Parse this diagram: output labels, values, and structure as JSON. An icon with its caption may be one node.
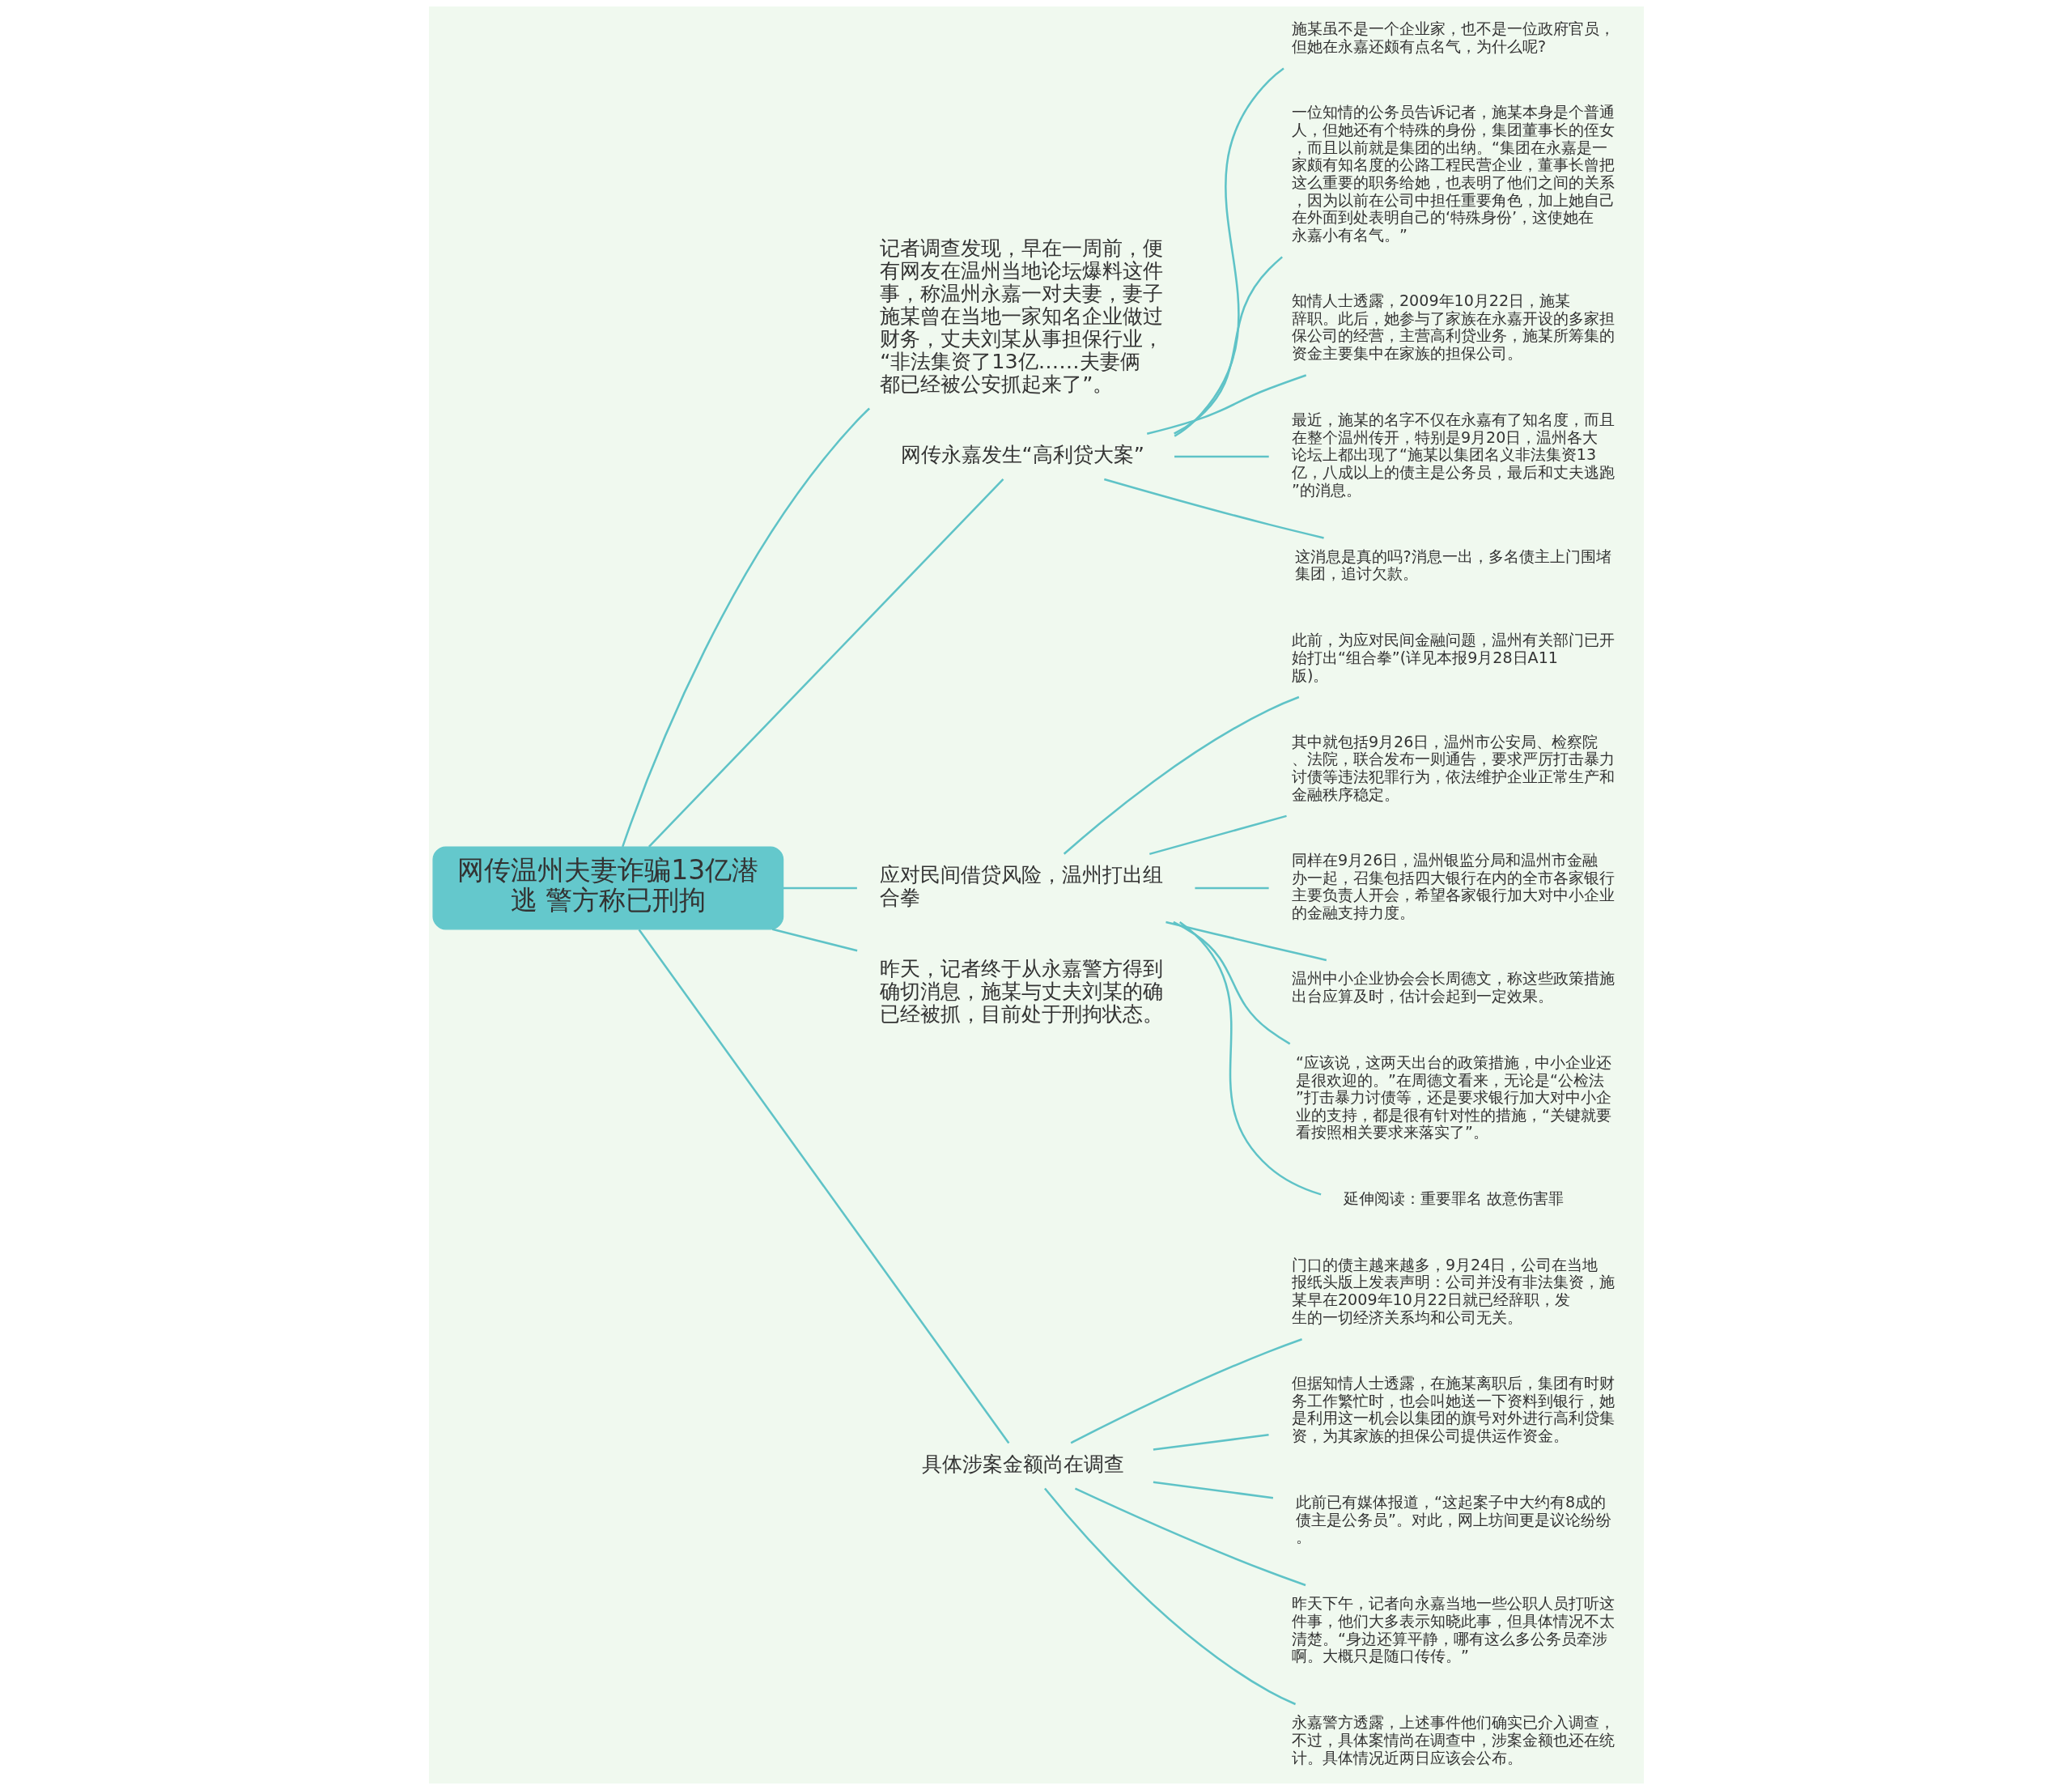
{
  "diagram": {
    "nodes": [
      {
        "text": [
          "网传温州夫妻诈骗13亿潜逃 警方称已刑拘"
        ]
      },
      {
        "text": [
          "记者调查发现，早在一周前，便有网友在温州当地论坛爆料这件事，称温州永嘉一对夫妻，妻子施某曾在当地一家知名企业做过财务，丈夫刘某从事担保行业，“非法集资了13亿……夫妻俩都已经被公安抓起来了”。"
        ]
      },
      {
        "text": [
          "网传永嘉发生“高利贷大案”"
        ]
      },
      {
        "text": [
          "施某虽不是一个企业家，也不是一位政府官员，但她在永嘉还颇有点名气，为什么呢?"
        ]
      },
      {
        "text": [
          "一位知情的公务员告诉记者，施某本身是个普通人，但她还有个特殊的身份，集团董事长的侄女，而且以前就是集团的出纳。“集团在永嘉是一家颇有知名度的公路工程民营企业，董事长曾把这么重要的职务给她，也表明了他们之间的关系，因为以前在公司中担任重要角色，加上她自己在外面到处表明自己的‘特殊身份’，这使她在永嘉小有名气。”"
        ]
      },
      {
        "text": [
          "知情人士透露，2009年10月22日，施某辞职。此后，她参与了家族在永嘉开设的多家担保公司的经营，主营高利贷业务，施某所筹集的资金主要集中在家族的担保公司。"
        ]
      },
      {
        "text": [
          "最近，施某的名字不仅在永嘉有了知名度，而且在整个温州传开，特别是9月20日，温州各大论坛上都出现了“施某以集团名义非法集资13亿，八成以上的债主是公务员，最后和丈夫逃跑”的消息。"
        ]
      },
      {
        "text": [
          "这消息是真的吗?消息一出，多名债主上门围堵集团，追讨欠款。"
        ]
      },
      {
        "text": [
          "应对民间借贷风险，温州打出组合拳"
        ]
      },
      {
        "text": [
          "此前，为应对民间金融问题，温州有关部门已开始打出“组合拳”(详见本报9月28日A11版)。"
        ]
      },
      {
        "text": [
          "其中就包括9月26日，温州市公安局、检察院、法院，联合发布一则通告，要求严厉打击暴力讨债等违法犯罪行为，依法维护企业正常生产和金融秩序稳定。"
        ]
      },
      {
        "text": [
          "同样在9月26日，温州银监分局和温州市金融办一起，召集包括四大银行在内的全市各家银行主要负责人开会，希望各家银行加大对中小企业的金融支持力度。"
        ]
      },
      {
        "text": [
          "温州中小企业协会会长周德文，称这些政策措施出台应算及时，估计会起到一定效果。"
        ]
      },
      {
        "text": [
          "“应该说，这两天出台的政策措施，中小企业还是很欢迎的。”在周德文看来，无论是“公检法”打击暴力讨债等，还是要求银行加大对中小企业的支持，都是很有针对性的措施，“关键就要看按照相关要求来落实了”。"
        ]
      },
      {
        "text": [
          "延伸阅读：重要罪名 故意伤害罪"
        ]
      },
      {
        "text": [
          "昨天，记者终于从永嘉警方得到确切消息，施某与丈夫刘某的确已经被抓，目前处于刑拘状态。"
        ]
      },
      {
        "text": [
          "具体涉案金额尚在调查"
        ]
      },
      {
        "text": [
          "门口的债主越来越多，9月24日，公司在当地报纸头版上发表声明：公司并没有非法集资，施某早在2009年10月22日就已经辞职，发生的一切经济关系均和公司无关。"
        ]
      },
      {
        "text": [
          "但据知情人士透露，在施某离职后，集团有时财务工作繁忙时，也会叫她送一下资料到银行，她是利用这一机会以集团的旗号对外进行高利贷集资，为其家族的担保公司提供运作资金。"
        ]
      },
      {
        "text": [
          "此前已有媒体报道，“这起案子中大约有8成的债主是公务员”。对此，网上坊间更是议论纷纷。"
        ]
      },
      {
        "text": [
          "昨天下午，记者向永嘉当地一些公职人员打听这件事，他们大多表示知晓此事，但具体情况不太清楚。“身边还算平静，哪有这么多公务员牵涉啊。大概只是随口传传。”"
        ]
      },
      {
        "text": [
          "永嘉警方透露，上述事件他们确实已介入调查，不过，具体案情尚在调查中，涉案金额也还在统计。具体情况近两日应该会公布。"
        ]
      }
    ],
    "edges": [
      {
        "from": 0,
        "to": 1,
        "arrow": "none"
      },
      {
        "from": 0,
        "to": 2,
        "arrow": "none"
      },
      {
        "from": 2,
        "to": 3,
        "arrow": "none"
      },
      {
        "from": 2,
        "to": 4,
        "arrow": "none"
      },
      {
        "from": 2,
        "to": 5,
        "arrow": "none"
      },
      {
        "from": 2,
        "to": 6,
        "arrow": "none"
      },
      {
        "from": 2,
        "to": 7,
        "arrow": "none"
      },
      {
        "from": 0,
        "to": 8,
        "arrow": "none"
      },
      {
        "from": 8,
        "to": 9,
        "arrow": "none"
      },
      {
        "from": 8,
        "to": 10,
        "arrow": "none"
      },
      {
        "from": 8,
        "to": 11,
        "arrow": "none"
      },
      {
        "from": 8,
        "to": 12,
        "arrow": "none"
      },
      {
        "from": 8,
        "to": 13,
        "arrow": "none"
      },
      {
        "from": 8,
        "to": 14,
        "arrow": "none"
      },
      {
        "from": 0,
        "to": 15,
        "arrow": "none"
      },
      {
        "from": 0,
        "to": 16,
        "arrow": "none"
      },
      {
        "from": 16,
        "to": 17,
        "arrow": "none"
      },
      {
        "from": 16,
        "to": 18,
        "arrow": "none"
      },
      {
        "from": 16,
        "to": 19,
        "arrow": "none"
      },
      {
        "from": 16,
        "to": 20,
        "arrow": "none"
      },
      {
        "from": 16,
        "to": 21,
        "arrow": "none"
      }
    ]
  }
}
